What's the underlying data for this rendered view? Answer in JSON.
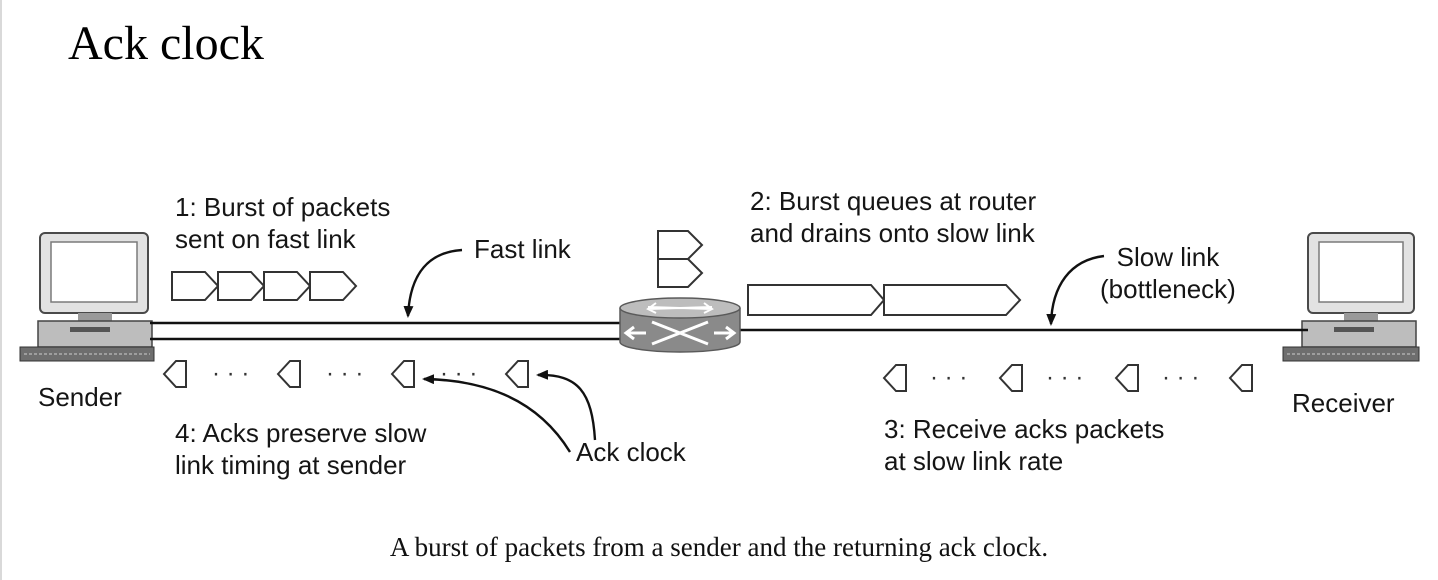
{
  "title": "Ack clock",
  "figure": {
    "labels": {
      "burst_sent": [
        "1: Burst of packets",
        "sent on fast link"
      ],
      "fast_link": "Fast link",
      "burst_queues": [
        "2: Burst queues at router",
        "and drains onto slow link"
      ],
      "slow_link": [
        "Slow link",
        "(bottleneck)"
      ],
      "sender": "Sender",
      "receiver": "Receiver",
      "acks_preserve": [
        "4: Acks preserve slow",
        "link timing at sender"
      ],
      "ack_clock": "Ack clock",
      "receive_acks": [
        "3: Receive acks packets",
        "at slow link rate"
      ]
    },
    "ellipsis": "· · ·",
    "icons": {
      "sender": "desktop-computer-icon",
      "receiver": "desktop-computer-icon",
      "router": "router-icon"
    }
  },
  "caption": "A burst of packets from a sender and the returning ack clock."
}
